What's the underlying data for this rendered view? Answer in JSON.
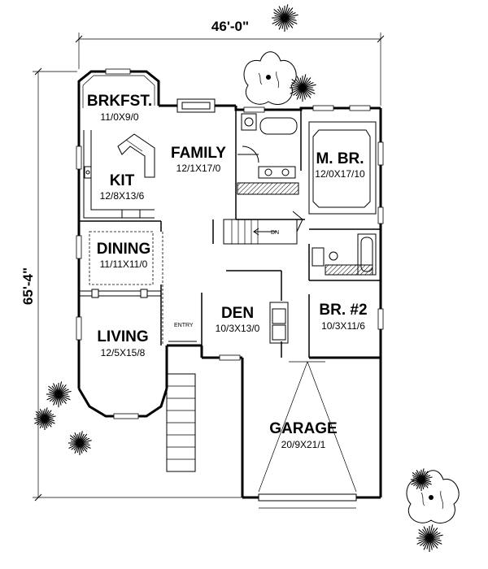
{
  "dimensions": {
    "width": "46'-0\"",
    "depth": "65'-4\""
  },
  "rooms": [
    {
      "id": "brkfst",
      "name": "BRKFST.",
      "size": "11/0X9/0"
    },
    {
      "id": "family",
      "name": "FAMILY",
      "size": "12/1X17/0"
    },
    {
      "id": "mbr",
      "name": "M. BR.",
      "size": "12/0X17/10"
    },
    {
      "id": "kit",
      "name": "KIT",
      "size": "12/8X13/6"
    },
    {
      "id": "dining",
      "name": "DINING",
      "size": "11/11X11/0"
    },
    {
      "id": "den",
      "name": "DEN",
      "size": "10/3X13/0"
    },
    {
      "id": "br2",
      "name": "BR. #2",
      "size": "10/3X11/6"
    },
    {
      "id": "living",
      "name": "LIVING",
      "size": "12/5X15/8"
    },
    {
      "id": "garage",
      "name": "GARAGE",
      "size": "20/9X21/1"
    }
  ],
  "labels": {
    "entry": "ENTRY",
    "stair_dn": "DN"
  },
  "icons": {
    "tree": "tree-icon",
    "shrub": "shrub-icon"
  }
}
